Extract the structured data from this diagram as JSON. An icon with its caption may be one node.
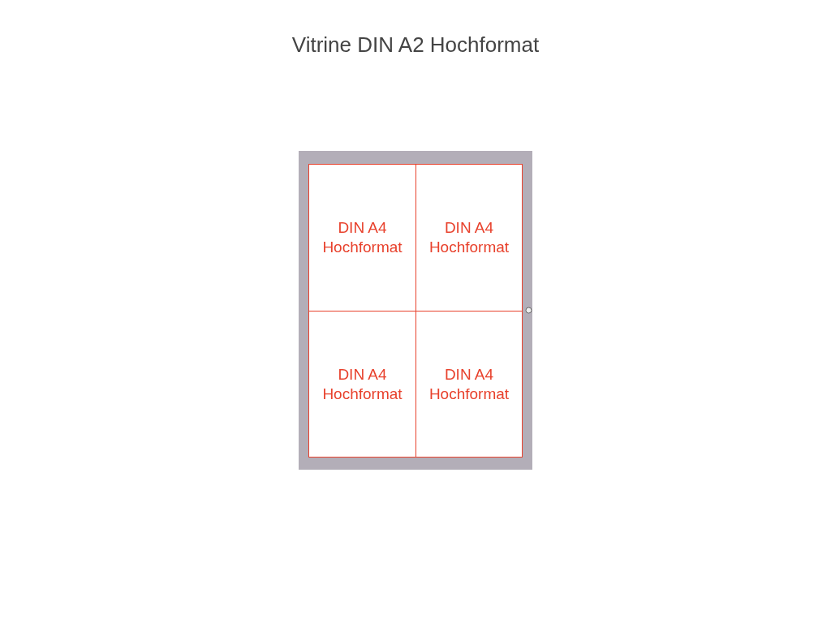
{
  "diagram": {
    "title": "Vitrine DIN A2 Hochformat",
    "nodes": [
      {
        "text": [],
        "shape": "box"
      },
      {
        "text": [
          "DIN A4 Hochformat"
        ],
        "in": 0
      },
      {
        "text": [
          "DIN A4 Hochformat"
        ],
        "in": 0
      },
      {
        "text": [
          "DIN A4 Hochformat"
        ],
        "in": 0
      },
      {
        "text": [
          "DIN A4 Hochformat"
        ],
        "in": 0
      }
    ]
  }
}
